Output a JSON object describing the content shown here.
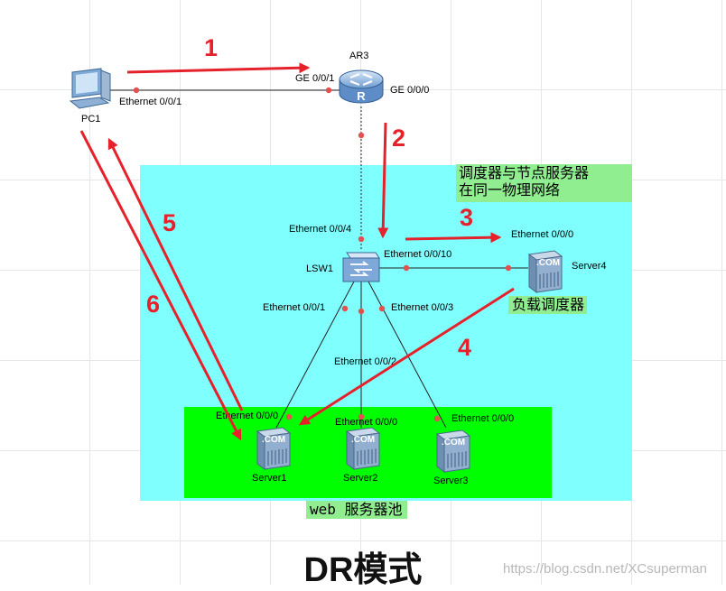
{
  "title": "DR模式",
  "watermark": "https://blog.csdn.net/XCsuperman",
  "colors": {
    "arrow": "#e5212b",
    "cyan_zone": "#80ffff",
    "green_zone": "#00ff00",
    "note_bg": "#90ee90",
    "link": "#222222",
    "port_dot": "#e25050"
  },
  "notes": {
    "same_network_line1": "调度器与节点服务器",
    "same_network_line2": "在同一物理网络",
    "load_balancer": "负载调度器",
    "web_pool": "web 服务器池"
  },
  "devices": {
    "pc1": {
      "name": "PC1",
      "icon": "pc-icon"
    },
    "ar3": {
      "name": "AR3",
      "icon": "router-icon"
    },
    "lsw1": {
      "name": "LSW1",
      "icon": "switch-icon"
    },
    "server4": {
      "name": "Server4",
      "icon": "server-icon",
      "badge": ".COM"
    },
    "server1": {
      "name": "Server1",
      "icon": "server-icon",
      "badge": ".COM"
    },
    "server2": {
      "name": "Server2",
      "icon": "server-icon",
      "badge": ".COM"
    },
    "server3": {
      "name": "Server3",
      "icon": "server-icon",
      "badge": ".COM"
    }
  },
  "ports": {
    "pc1_eth": "Ethernet 0/0/1",
    "ar3_ge001": "GE 0/0/1",
    "ar3_ge000": "GE 0/0/0",
    "lsw1_eth004": "Ethernet 0/0/4",
    "lsw1_eth0010": "Ethernet 0/0/10",
    "server4_eth": "Ethernet 0/0/0",
    "lsw1_eth001": "Ethernet 0/0/1",
    "lsw1_eth003": "Ethernet 0/0/3",
    "lsw1_eth002": "Ethernet 0/0/2",
    "server1_eth": "Ethernet 0/0/0",
    "server2_eth": "Ethernet 0/0/0",
    "server3_eth": "Ethernet 0/0/0"
  },
  "steps": [
    "1",
    "2",
    "3",
    "4",
    "5",
    "6"
  ]
}
